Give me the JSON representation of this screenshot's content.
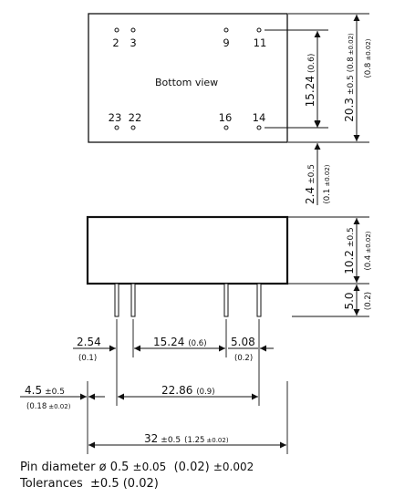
{
  "bottom_view": {
    "label": "Bottom view",
    "pins": [
      "2",
      "3",
      "9",
      "11",
      "23",
      "22",
      "16",
      "14"
    ]
  },
  "dimensions": {
    "pin_pitch_vertical": {
      "value": "15.24",
      "inch": "(0.6)"
    },
    "body_width": {
      "value": "20.3",
      "tol": "±0.5",
      "inch": "(0.8",
      "inch_tol": "±0.02)"
    },
    "pin_offset_side": {
      "value": "2.4",
      "tol": "±0.5",
      "inch": "(0.1",
      "inch_tol": "±0.02)"
    },
    "body_height": {
      "value": "10.2",
      "tol": "±0.5",
      "inch": "(0.4",
      "inch_tol": "±0.02)"
    },
    "pin_length": {
      "value": "5.0",
      "inch": "(0.2)"
    },
    "pin_offset_left": {
      "value": "2.54",
      "inch": "(0.1)"
    },
    "pin_pitch_middle": {
      "value": "15.24",
      "inch": "(0.6)"
    },
    "pin_offset_right": {
      "value": "5.08",
      "inch": "(0.2)"
    },
    "end_offset": {
      "value": "4.5",
      "tol": "±0.5",
      "inch": "(0.18",
      "inch_tol": "±0.02)"
    },
    "pin_span": {
      "value": "22.86",
      "inch": "(0.9)"
    },
    "body_length": {
      "value": "32",
      "tol": "±0.5",
      "inch": "(1.25",
      "inch_tol": "±0.02)"
    }
  },
  "notes": {
    "pin_diameter_label": "Pin diameter",
    "pin_diameter_symbol": "ø",
    "pin_diameter_value": "0.5",
    "pin_diameter_tol": "±0.05",
    "pin_diameter_inch": "(0.02)",
    "pin_diameter_inch_tol": "±0.002",
    "tolerances_label": "Tolerances",
    "tolerances_value": "±0.5 (0.02)"
  }
}
